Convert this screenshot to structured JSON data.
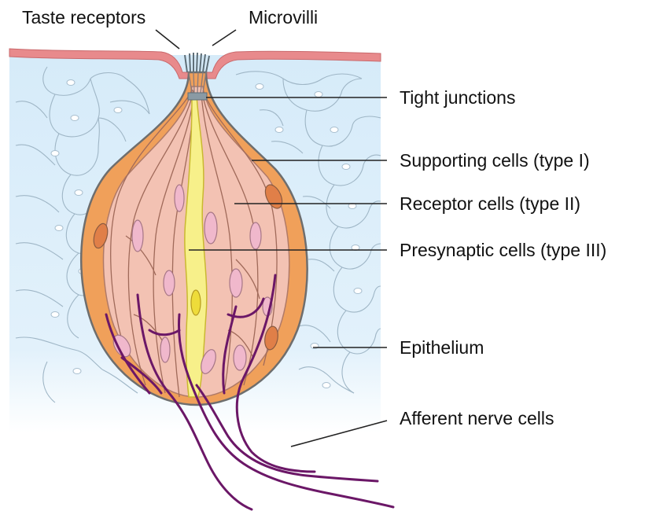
{
  "labels": {
    "taste_receptors": "Taste receptors",
    "microvilli": "Microvilli",
    "tight_junctions": "Tight junctions",
    "supporting_cells": "Supporting cells (type I)",
    "receptor_cells": "Receptor cells (type II)",
    "presynaptic_cells": "Presynaptic cells (type III)",
    "epithelium": "Epithelium",
    "afferent_nerve_cells": "Afferent nerve cells"
  },
  "colors": {
    "epithelium_fill": "#dceefa",
    "surface_layer": "#e88a8c",
    "supporting_cell": "#f0a05a",
    "bud_outline": "#6e6e6e",
    "receptor_cell": "#f3c2b3",
    "receptor_nucleus": "#f0b8cc",
    "presynaptic_cell": "#f7f08a",
    "presynaptic_nucleus": "#eedc3a",
    "nerve_fiber": "#6b1767",
    "microvilli": "#5f6f78"
  }
}
